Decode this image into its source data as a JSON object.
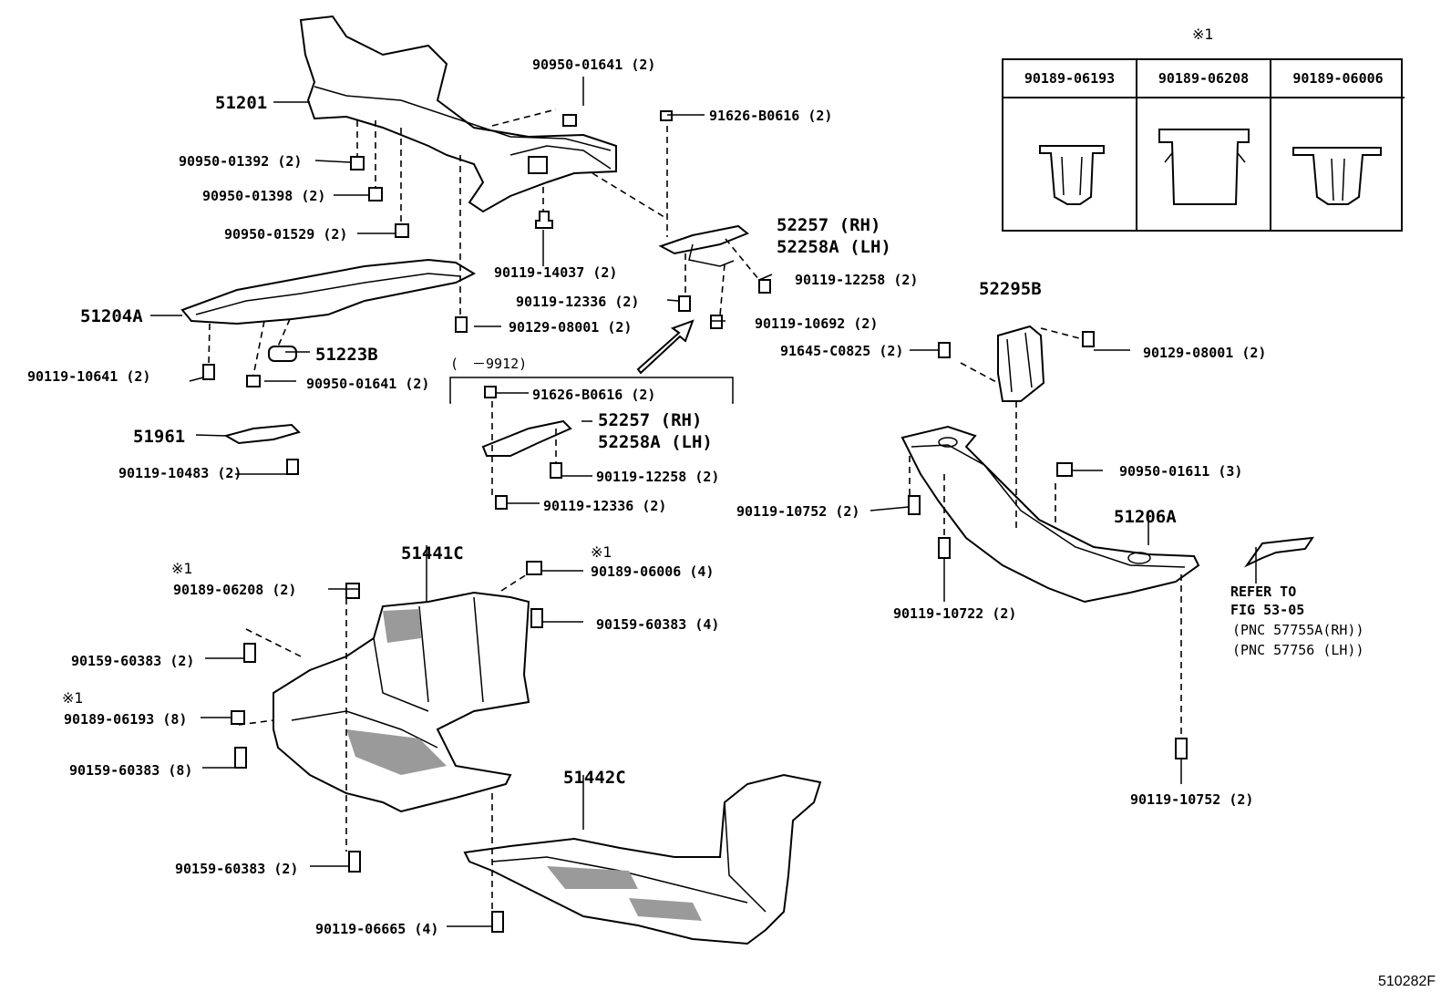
{
  "legend": {
    "mark": "※1",
    "headers": [
      "90189-06193",
      "90189-06208",
      "90189-06006"
    ]
  },
  "callouts": {
    "p51201": "51201",
    "p51204A": "51204A",
    "p51223B": "51223B",
    "p51961": "51961",
    "p51441C": "51441C",
    "p51442C": "51442C",
    "p51206A": "51206A",
    "p52295B": "52295B",
    "p52257_rh_a": "52257 (RH)",
    "p52258A_lh_a": "52258A (LH)",
    "p52257_rh_b": "52257 (RH)",
    "p52258A_lh_b": "52258A (LH)",
    "b90950_01641_top": "90950-01641 (2)",
    "b90950_01392": "90950-01392 (2)",
    "b90950_01398": "90950-01398 (2)",
    "b90950_01529": "90950-01529 (2)",
    "b90119_14037": "90119-14037 (2)",
    "b91626_B0616_top": "91626-B0616 (2)",
    "b90119_12258_top": "90119-12258 (2)",
    "b90119_12336_top": "90119-12336 (2)",
    "b90119_10692": "90119-10692 (2)",
    "b90129_08001_left": "90129-08001 (2)",
    "b90119_10641": "90119-10641 (2)",
    "b90950_01641_mid": "90950-01641 (2)",
    "b90119_10483": "90119-10483 (2)",
    "range_9912": "(　－9912)",
    "b91626_B0616_mid": "91626-B0616 (2)",
    "b90119_12258_mid": "90119-12258 (2)",
    "b90119_12336_mid": "90119-12336 (2)",
    "b91645_C0825": "91645-C0825 (2)",
    "b90129_08001_right": "90129-08001 (2)",
    "b90950_01611": "90950-01611 (3)",
    "b90119_10752_left": "90119-10752 (2)",
    "b90119_10722": "90119-10722 (2)",
    "b90119_10752_bottom": "90119-10752 (2)",
    "refer_line1": "REFER TO",
    "refer_line2": "FIG 53-05",
    "refer_line3": "(PNC 57755A(RH))",
    "refer_line4": "(PNC 57756 (LH))",
    "mark_a": "※1",
    "c90189_06208": "90189-06208 (2)",
    "mark_b": "※1",
    "c90189_06006": "90189-06006 (4)",
    "b90159_60383_a": "90159-60383 (4)",
    "b90159_60383_b": "90159-60383 (2)",
    "mark_c": "※1",
    "c90189_06193": "90189-06193 (8)",
    "b90159_60383_c": "90159-60383 (8)",
    "b90159_60383_d": "90159-60383 (2)",
    "b90119_06665": "90119-06665 (4)"
  },
  "figure_id": "510282F"
}
